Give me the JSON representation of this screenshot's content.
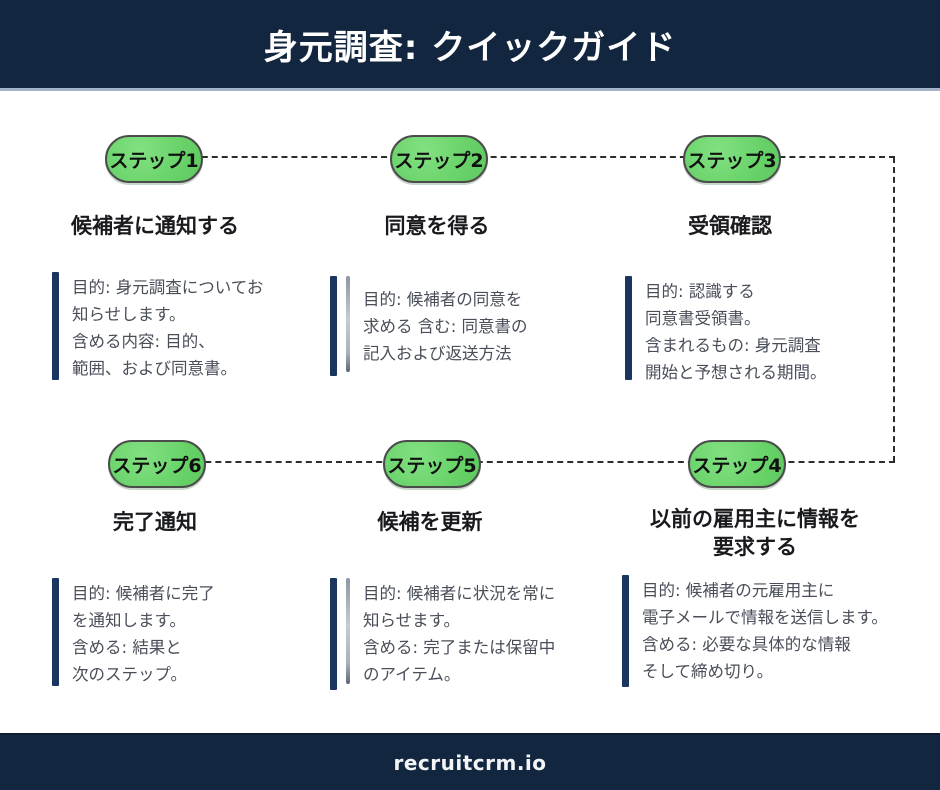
{
  "header": {
    "title": "身元調査: クイックガイド"
  },
  "footer": {
    "brand": "recruitcrm.io"
  },
  "colors": {
    "band_navy": "#12263F",
    "badge_green": "#6bd46b",
    "badge_border": "#4b4b4b",
    "accent_navy": "#1A3560",
    "body_text": "#494E59",
    "heading_text": "#191a1d",
    "header_divider": "#A4B4C8",
    "connector": "#2d2d2d"
  },
  "steps": [
    {
      "badge": "ステップ1",
      "title_lines": [
        "候補者に通知する"
      ],
      "body": [
        "目的: 身元調査についてお",
        "知らせします。",
        "含める内容: 目的、",
        "範囲、および同意書。"
      ]
    },
    {
      "badge": "ステップ2",
      "title_lines": [
        "同意を得る"
      ],
      "body": [
        "目的:  候補者の同意を",
        "求める 含む:  同意書の",
        "記入および返送方法"
      ]
    },
    {
      "badge": "ステップ3",
      "title_lines": [
        "受領確認"
      ],
      "body": [
        "目的: 認識する",
        "同意書受領書。",
        "含まれるもの: 身元調査",
        "開始と予想される期間。"
      ]
    },
    {
      "badge": "ステップ4",
      "title_lines": [
        "以前の雇用主に情報を",
        "要求する"
      ],
      "body": [
        "目的: 候補者の元雇用主に",
        "電子メールで情報を送信します。",
        "含める: 必要な具体的な情報",
        "そして締め切り。"
      ]
    },
    {
      "badge": "ステップ5",
      "title_lines": [
        "候補を更新"
      ],
      "body": [
        "目的: 候補者に状況を常に",
        "知らせます。",
        "含める: 完了または保留中",
        "のアイテム。"
      ]
    },
    {
      "badge": "ステップ6",
      "title_lines": [
        "完了通知"
      ],
      "body": [
        "目的: 候補者に完了",
        "を通知します。",
        "含める: 結果と",
        "次のステップ。"
      ]
    }
  ]
}
